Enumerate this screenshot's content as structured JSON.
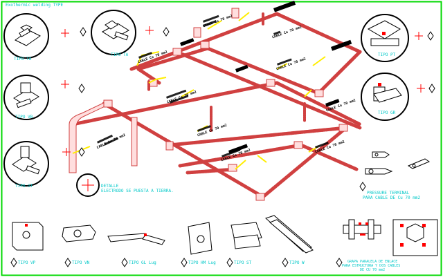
{
  "title": "Exothermic welding TYPE",
  "colors": {
    "border": "#00d800",
    "accent": "#ff0000",
    "cable": "#d04040",
    "pipe": "#ffdede",
    "yellow": "#ffee00",
    "cyan": "#00c8c8",
    "ink": "#000000"
  },
  "types_left": [
    {
      "label": "TIPO TA"
    },
    {
      "label": "TIPO TA"
    },
    {
      "label": "TIPO VB"
    },
    {
      "label": "TIPO GT"
    }
  ],
  "types_right": [
    {
      "label": "TIPO PT"
    },
    {
      "label": "TIPO GR"
    }
  ],
  "bottom_types": [
    {
      "label": "TIPO VP"
    },
    {
      "label": "TIPO VN"
    },
    {
      "label": "TIPO GL Lug"
    },
    {
      "label": "TIPO HM Lug"
    },
    {
      "label": "TIPO ST"
    },
    {
      "label": "TIPO W"
    }
  ],
  "detail_note": {
    "line1": "DETALLE",
    "line2": "ELECTRODO SE PUESTA A TIERRA."
  },
  "pressure_terminal": {
    "line1": "PRESSURE TERMINAL",
    "line2": "PARA CABLE DE Cu 70 mm2"
  },
  "grapa_note": {
    "line1": "GRAPA PARALELA DE ENLACE",
    "line2": "PARA ESTRUCTURA Y DOS CABLES",
    "line3": "DE CU 70 mm2"
  },
  "callouts": [
    {
      "text": "CABLE Cu 70 mm2"
    },
    {
      "text": "CABLE Cu 70 mm2"
    },
    {
      "text": "CABLE Cu 70 mm2"
    },
    {
      "text": "CABLE Cu 70 mm2"
    },
    {
      "text": "CABLE Cu 70 mm2"
    },
    {
      "text": "CABLE Cu 70 mm2"
    },
    {
      "text": "CABLE Cu 70 mm2"
    },
    {
      "text": "CABLE Cu 70 mm2"
    },
    {
      "text": "CABLE Cu 70 mm2"
    },
    {
      "text": "CABLE Cu 70 mm2"
    }
  ]
}
